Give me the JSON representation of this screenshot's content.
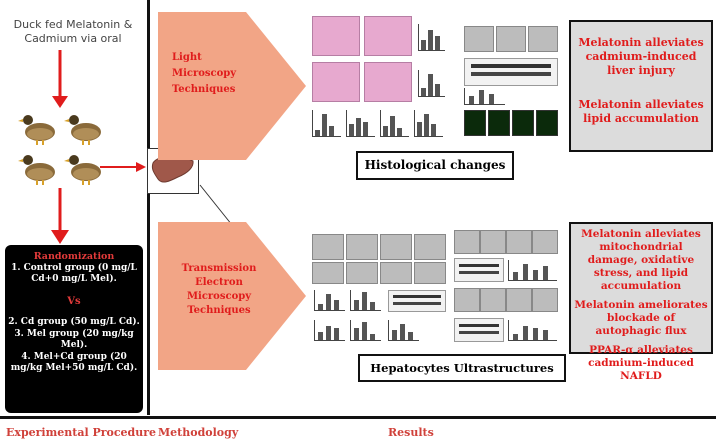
{
  "left": {
    "duck_caption_line1": "Duck fed Melatonin &",
    "duck_caption_line2": "Cadmium via oral",
    "randomization": {
      "title": "Randomization",
      "group1": "1. Control group (0 mg/L Cd+0 mg/L Mel).",
      "vs": "Vs",
      "group2": "2. Cd group (50 mg/L Cd).",
      "group3": "3. Mel group (20 mg/kg Mel).",
      "group4": "4. Mel+Cd group (20 mg/kg Mel+50 mg/L Cd)."
    }
  },
  "methods": {
    "light_line1": "Light",
    "light_line2": "Microscopy",
    "light_line3": "Techniques",
    "tem_line1": "Transmission",
    "tem_line2": "Electron",
    "tem_line3": "Microscopy",
    "tem_line4": "Techniques"
  },
  "captions": {
    "histological": "Histological changes",
    "ultrastructures": "Hepatocytes Ultrastructures"
  },
  "results": {
    "box1_item1": "Melatonin alleviates cadmium-induced liver injury",
    "box1_item2": "Melatonin  alleviates lipid accumulation",
    "box2_item1": "Melatonin alleviates mitochondrial damage, oxidative stress, and lipid accumulation",
    "box2_item2": "Melatonin ameliorates blockade of autophagic flux",
    "box2_item3": "PPAR-α alleviates cadmium-induced NAFLD"
  },
  "footer": {
    "experimental": "Experimental Procedure",
    "methodology": "Methodology",
    "results": "Results"
  },
  "colors": {
    "arrow_red": "#e01c1c",
    "pentagon_salmon": "#f2a586",
    "liver_brown": "#a0584a",
    "result_box_gray": "#dcdcdc"
  }
}
